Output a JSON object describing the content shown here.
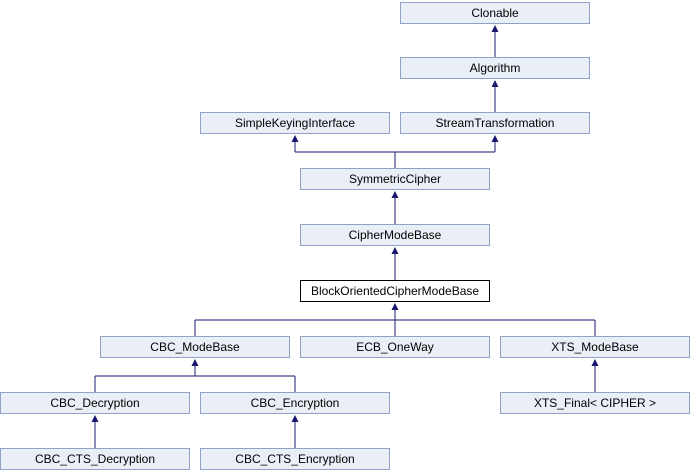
{
  "diagram": {
    "kind": "class-inheritance-graph",
    "colors": {
      "background": "#ffffff",
      "node_fill": "#e9eef7",
      "node_border": "#8ea2c6",
      "highlight_fill": "#ffffff",
      "highlight_border": "#000000",
      "edge": "#191970"
    },
    "nodes": {
      "clonable": {
        "label": "Clonable"
      },
      "algorithm": {
        "label": "Algorithm"
      },
      "simple_keying_interface": {
        "label": "SimpleKeyingInterface"
      },
      "stream_transformation": {
        "label": "StreamTransformation"
      },
      "symmetric_cipher": {
        "label": "SymmetricCipher"
      },
      "cipher_mode_base": {
        "label": "CipherModeBase"
      },
      "block_oriented_cipher_mode_base": {
        "label": "BlockOrientedCipherModeBase",
        "highlighted": true
      },
      "cbc_mode_base": {
        "label": "CBC_ModeBase"
      },
      "ecb_one_way": {
        "label": "ECB_OneWay"
      },
      "xts_mode_base": {
        "label": "XTS_ModeBase"
      },
      "cbc_decryption": {
        "label": "CBC_Decryption"
      },
      "cbc_encryption": {
        "label": "CBC_Encryption"
      },
      "xts_final": {
        "label": "XTS_Final< CIPHER >"
      },
      "cbc_cts_decryption": {
        "label": "CBC_CTS_Decryption"
      },
      "cbc_cts_encryption": {
        "label": "CBC_CTS_Encryption"
      }
    },
    "edges": [
      {
        "derived": "Algorithm",
        "base": "Clonable"
      },
      {
        "derived": "StreamTransformation",
        "base": "Algorithm"
      },
      {
        "derived": "SymmetricCipher",
        "base": "SimpleKeyingInterface"
      },
      {
        "derived": "SymmetricCipher",
        "base": "StreamTransformation"
      },
      {
        "derived": "CipherModeBase",
        "base": "SymmetricCipher"
      },
      {
        "derived": "BlockOrientedCipherModeBase",
        "base": "CipherModeBase"
      },
      {
        "derived": "CBC_ModeBase",
        "base": "BlockOrientedCipherModeBase"
      },
      {
        "derived": "ECB_OneWay",
        "base": "BlockOrientedCipherModeBase"
      },
      {
        "derived": "XTS_ModeBase",
        "base": "BlockOrientedCipherModeBase"
      },
      {
        "derived": "CBC_Decryption",
        "base": "CBC_ModeBase"
      },
      {
        "derived": "CBC_Encryption",
        "base": "CBC_ModeBase"
      },
      {
        "derived": "XTS_Final< CIPHER >",
        "base": "XTS_ModeBase"
      },
      {
        "derived": "CBC_CTS_Decryption",
        "base": "CBC_Decryption"
      },
      {
        "derived": "CBC_CTS_Encryption",
        "base": "CBC_Encryption"
      }
    ]
  }
}
